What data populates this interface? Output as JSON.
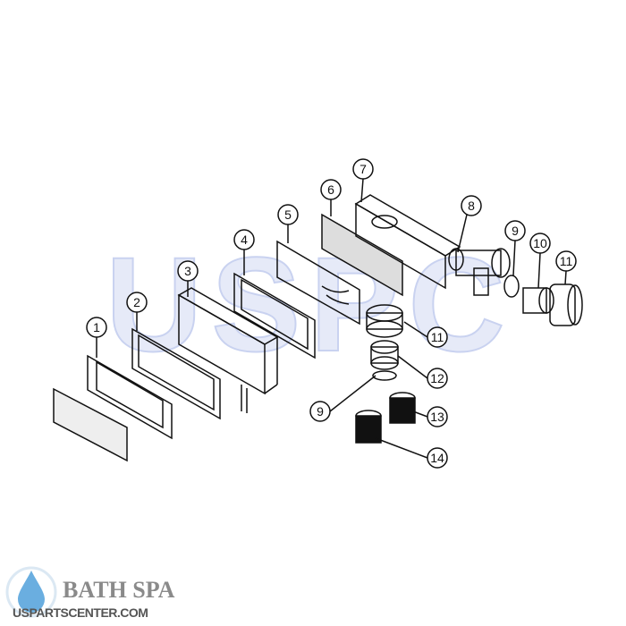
{
  "diagram": {
    "watermark": "USPC",
    "callouts": [
      "1",
      "2",
      "3",
      "4",
      "5",
      "6",
      "7",
      "8",
      "9",
      "10",
      "11",
      "11",
      "12",
      "9",
      "13",
      "14"
    ]
  },
  "logo": {
    "title": "BATH SPA",
    "subtitle": "USPARTSCENTER.COM",
    "drop_color": "#6aaee0"
  },
  "colors": {
    "line": "#111111",
    "watermark": "#dde3f5"
  }
}
